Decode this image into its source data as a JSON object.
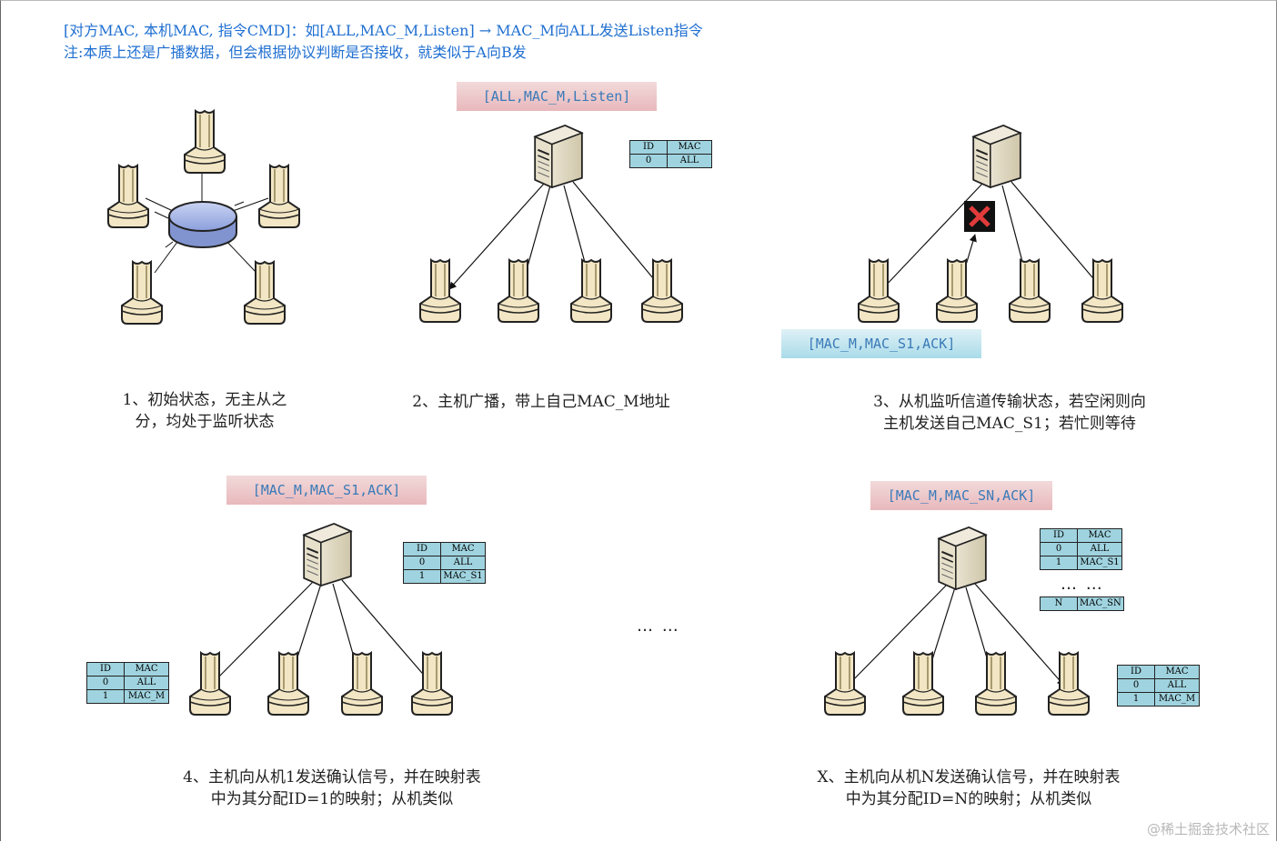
{
  "header": {
    "line1": "[对方MAC, 本机MAC, 指令CMD]：如[ALL,MAC_M,Listen] → MAC_M向ALL发送Listen指令",
    "line2": "注:本质上还是广播数据，但会根据协议判断是否接收，就类似于A向B发"
  },
  "packets": {
    "p2": "[ALL,MAC_M,Listen]",
    "p3": "[MAC_M,MAC_S1,ACK]",
    "p4": "[MAC_M,MAC_S1,ACK]",
    "px": "[MAC_M,MAC_SN,ACK]"
  },
  "captions": {
    "c1_l1": "1、初始状态，无主从之",
    "c1_l2": "分，均处于监听状态",
    "c2_l1": "2、主机广播，带上自己MAC_M地址",
    "c3_l1": "3、从机监听信道传输状态，若空闲则向",
    "c3_l2": "主机发送自己MAC_S1；若忙则等待",
    "c4_l1": "4、主机向从机1发送确认信号，并在映射表",
    "c4_l2": "中为其分配ID=1的映射；从机类似",
    "cx_l1": "X、主机向从机N发送确认信号，并在映射表",
    "cx_l2": "中为其分配ID=N的映射；从机类似"
  },
  "tables": {
    "head": [
      "ID",
      "MAC"
    ],
    "t2": [
      [
        "0",
        "ALL"
      ]
    ],
    "t4host": [
      [
        "0",
        "ALL"
      ],
      [
        "1",
        "MAC_S1"
      ]
    ],
    "t4slave": [
      [
        "0",
        "ALL"
      ],
      [
        "1",
        "MAC_M"
      ]
    ],
    "txhost_top": [
      [
        "0",
        "ALL"
      ],
      [
        "1",
        "MAC_S1"
      ]
    ],
    "txhost_bottom": [
      [
        "N",
        "MAC_SN"
      ]
    ],
    "txslave": [
      [
        "0",
        "ALL"
      ],
      [
        "1",
        "MAC_M"
      ]
    ]
  },
  "dots": {
    "table_gap": "… …",
    "middle": "… …"
  },
  "watermark": "@稀土掘金技术社区",
  "icons": [
    "terminal-icon",
    "server-icon",
    "hub-icon",
    "blocked-x-icon"
  ],
  "colors": {
    "header_text": "#1f6fd1",
    "packet_text": "#3a7ab8",
    "packet_pink": "#e8b8bc",
    "packet_blue": "#a9dbe9",
    "table_fill": "#9fd3df",
    "terminal_fill": "#f2e6c4",
    "hub_fill": "#a9b8e6",
    "x_red": "#e23b3b"
  }
}
